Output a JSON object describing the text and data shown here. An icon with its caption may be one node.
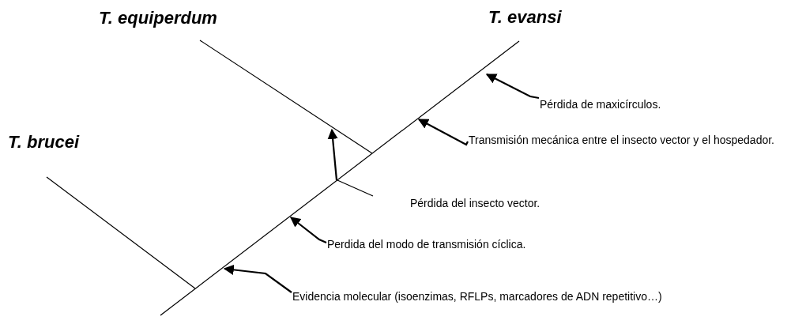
{
  "diagram": {
    "nodes": [
      {
        "text": [
          "Pérdida de maxicírculos."
        ]
      },
      {
        "text": [
          "Transmisión mecánica entre el insecto vector y el hospedador."
        ]
      },
      {
        "text": [
          "Pérdida del insecto vector."
        ]
      },
      {
        "text": [
          "Perdida del modo de transmisión cíclica."
        ]
      },
      {
        "text": [
          "Evidencia molecular (isoenzimas, RFLPs, marcadores de ADN repetitivo…)"
        ]
      }
    ],
    "edges": [
      {
        "from": 0,
        "to": null,
        "arrow": "to"
      },
      {
        "from": 1,
        "to": null,
        "arrow": "to"
      },
      {
        "from": 3,
        "to": null,
        "arrow": "to"
      },
      {
        "from": 4,
        "to": null,
        "arrow": "to"
      }
    ],
    "labels": [
      "T. equiperdum",
      "T. evansi",
      "T. brucei"
    ]
  }
}
